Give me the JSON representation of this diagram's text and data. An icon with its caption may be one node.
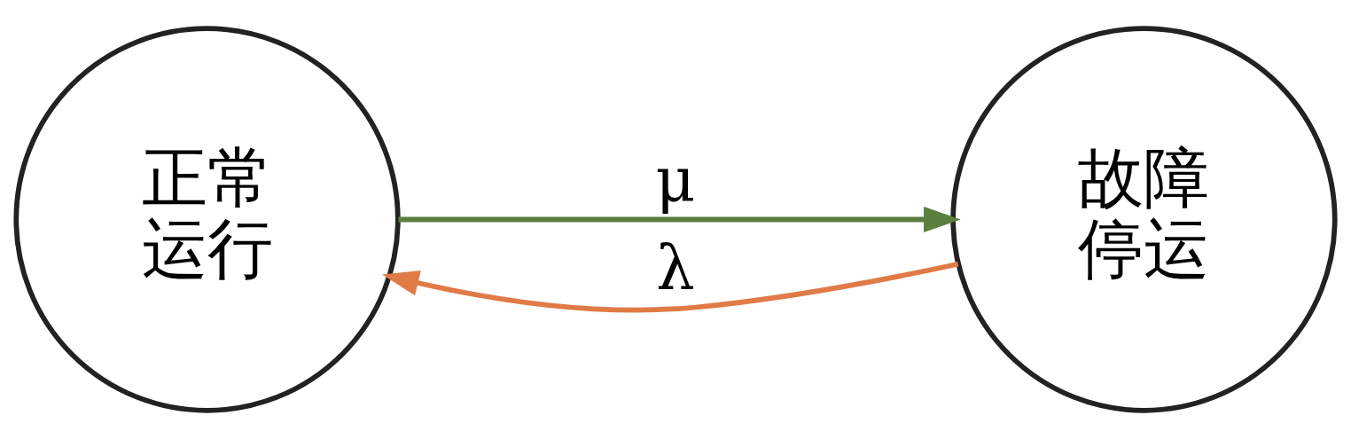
{
  "diagram": {
    "nodes": [
      {
        "text": [
          "正常运行"
        ]
      },
      {
        "text": [
          "故障停运"
        ]
      }
    ],
    "edges": [
      {
        "from": 0,
        "to": 1,
        "arrow": "to",
        "label": "μ",
        "color": "#5b7f3f"
      },
      {
        "from": 1,
        "to": 0,
        "arrow": "to",
        "label": "λ",
        "color": "#e07a46"
      }
    ]
  }
}
